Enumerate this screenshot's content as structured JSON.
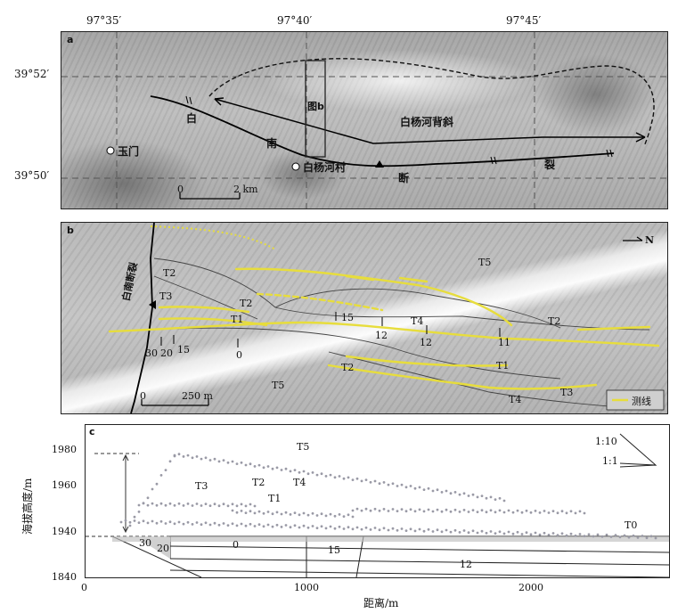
{
  "top_coords": {
    "lon1": "97°35′",
    "lon2": "97°40′",
    "lon3": "97°45′"
  },
  "left_coords": {
    "lat1": "39°52′",
    "lat2": "39°50′"
  },
  "panel_a": {
    "label": "a",
    "town": "玉门",
    "village": "白杨河村",
    "box_label": "图b",
    "anticline": "白杨河背斜",
    "fault_chars": [
      "白",
      "南",
      "断",
      "裂"
    ],
    "scale_zero": "0",
    "scale_text": "2 km"
  },
  "panel_b": {
    "label": "b",
    "fault": "白南断裂",
    "north": "N",
    "scale_zero": "0",
    "scale_text": "250 m",
    "legend": "测线",
    "values": [
      "30",
      "20",
      "15",
      "0",
      "15",
      "12",
      "12",
      "11"
    ],
    "terrace_labels": [
      "T5",
      "T2",
      "T3",
      "T2",
      "T1",
      "T4",
      "T2",
      "T2",
      "T1",
      "T5",
      "T4",
      "T3"
    ]
  },
  "panel_c": {
    "label": "c",
    "ylabel": "海拔高度/m",
    "xlabel": "距离/m",
    "y_ticks": [
      "1980",
      "1960",
      "1940",
      "1840"
    ],
    "x_ticks": [
      "0",
      "1000",
      "2000"
    ],
    "terrace_labels": [
      "T5",
      "T3",
      "T2",
      "T4",
      "T1",
      "T0"
    ],
    "slope_labels": [
      "1:10",
      "1:1"
    ],
    "profile_values": [
      "30",
      "20",
      "0",
      "15",
      "12"
    ]
  },
  "colors": {
    "fault_line": "#000000",
    "trace_yellow": "#e7dd3c",
    "profile_gray": "#9a9aa6"
  }
}
